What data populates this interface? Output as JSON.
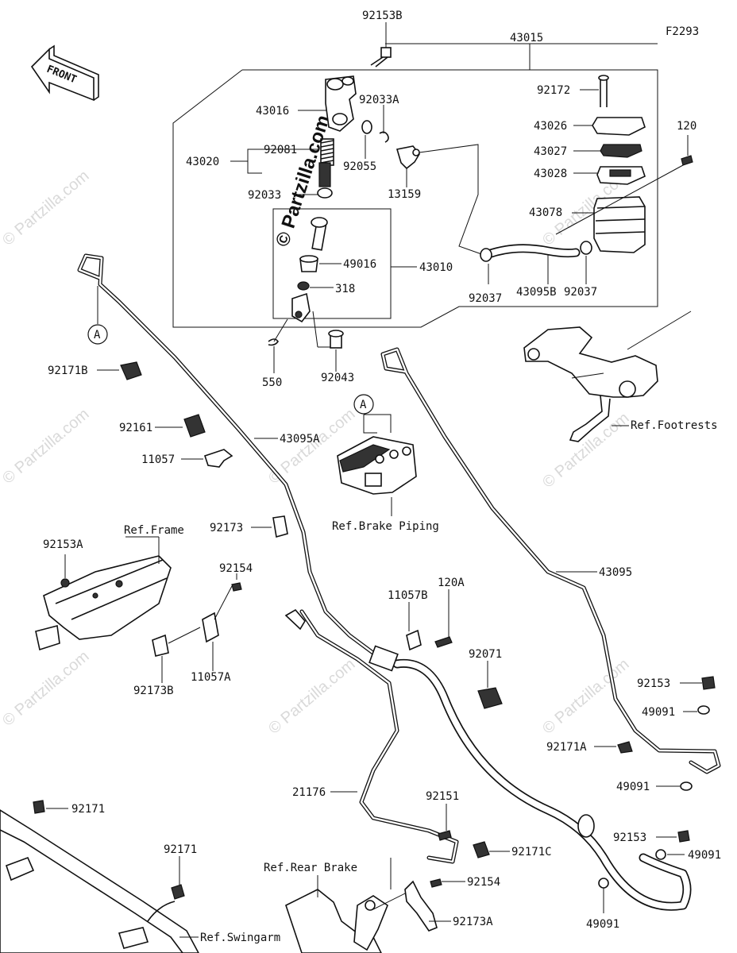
{
  "figure_code": "F2293",
  "front_label": "FRONT",
  "watermark": {
    "text": "© Partzilla.com",
    "center_text": "© Partzilla.com"
  },
  "callouts": {
    "c92153B": "92153B",
    "c43015": "43015",
    "c43016": "43016",
    "c92033A": "92033A",
    "c92172": "92172",
    "c43026": "43026",
    "c120": "120",
    "c43027": "43027",
    "c43028": "43028",
    "c43020": "43020",
    "c92081": "92081",
    "c92055": "92055",
    "c13159": "13159",
    "c92033": "92033",
    "c43078": "43078",
    "c49016": "49016",
    "c43010": "43010",
    "c318": "318",
    "c92037a": "92037",
    "c43095B": "43095B",
    "c92037b": "92037",
    "c550": "550",
    "c92043": "92043",
    "c92171B": "92171B",
    "c92161": "92161",
    "c43095A": "43095A",
    "c11057": "11057",
    "c92173": "92173",
    "c92153A": "92153A",
    "c92154a": "92154",
    "c92173B": "92173B",
    "c11057A": "11057A",
    "c11057B": "11057B",
    "c120A": "120A",
    "c92071": "92071",
    "c43095": "43095",
    "c92153a": "92153",
    "c49091a": "49091",
    "c92171A": "92171A",
    "c49091b": "49091",
    "c21176": "21176",
    "c92151": "92151",
    "c92171C": "92171C",
    "c92153b": "92153",
    "c49091c": "49091",
    "c49091d": "49091",
    "c92154b": "92154",
    "c92173A": "92173A",
    "c92171a": "92171",
    "c92171b": "92171"
  },
  "refs": {
    "footrests": "Ref.Footrests",
    "brake_piping": "Ref.Brake Piping",
    "frame": "Ref.Frame",
    "rear_brake": "Ref.Rear Brake",
    "swingarm": "Ref.Swingarm"
  },
  "markers": {
    "a1": "A",
    "a2": "A"
  }
}
